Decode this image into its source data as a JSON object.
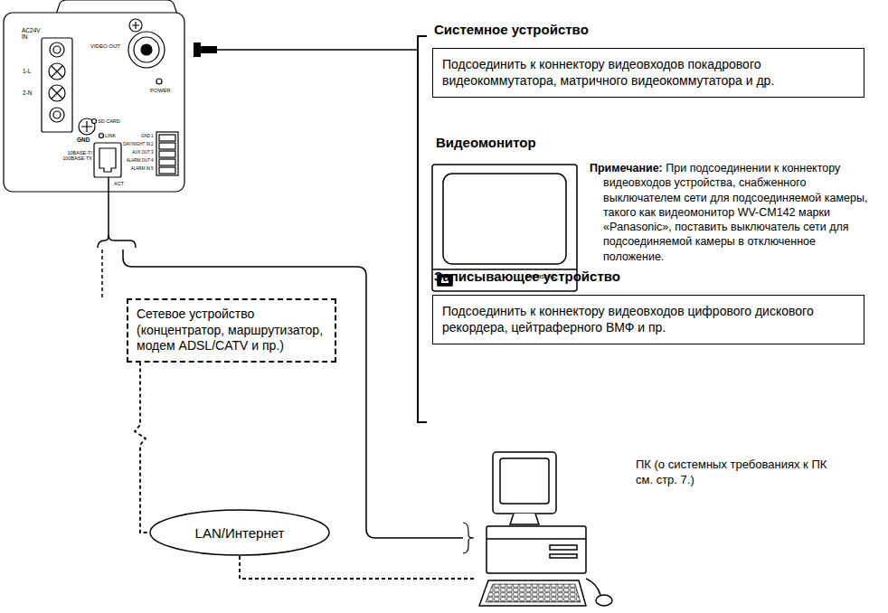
{
  "diagram": {
    "nodes": [
      {
        "text": [
          "Системное устройство",
          "Подсоединить к коннектору видеовходов покадрового видеокоммутатора, матричного видеокоммутатора и др."
        ]
      },
      {
        "text": [
          "Записывающее устройство",
          "Подсоединить к коннектору видеовходов цифрового дискового рекордера, цейтраферного ВМФ и пр."
        ]
      },
      {
        "text": [
          "Сетевое устройство (концентратор, маршрутизатор, модем ADSL/CATV и пр.)"
        ]
      },
      {
        "text": [
          "LAN/Интернет"
        ]
      },
      {
        "text": [
          "ПК (о системных требованиях к ПК см. стр. 7.)"
        ]
      }
    ],
    "edges": [
      {
        "from": 2,
        "to": 3,
        "arrow": "none"
      },
      {
        "from": 3,
        "to": 4,
        "arrow": "none"
      }
    ],
    "labels": [
      "AC24V IN",
      "1-L",
      "2-N",
      "GND",
      "VIDEO OUT",
      "POWER",
      "SD CARD",
      "LINK",
      "10BASE-T/ 100BASE-TX",
      "ACT",
      "GND",
      "DAY/NIGHT IN",
      "AUX OUT",
      "ALARM OUT",
      "ALARM IN",
      "1",
      "2",
      "3",
      "4",
      "5",
      "Видеомонитор",
      "Примечание:",
      "При подсоединении к коннектору видеовходов устройства, снабженного выключателем сети для подсоединяемой камеры, такого как видеомонитор WV-CM142 марки «Panasonic», поставить выключатель сети для подсоединяемой камеры в отключенное положение.",
      "Panasonic"
    ]
  }
}
